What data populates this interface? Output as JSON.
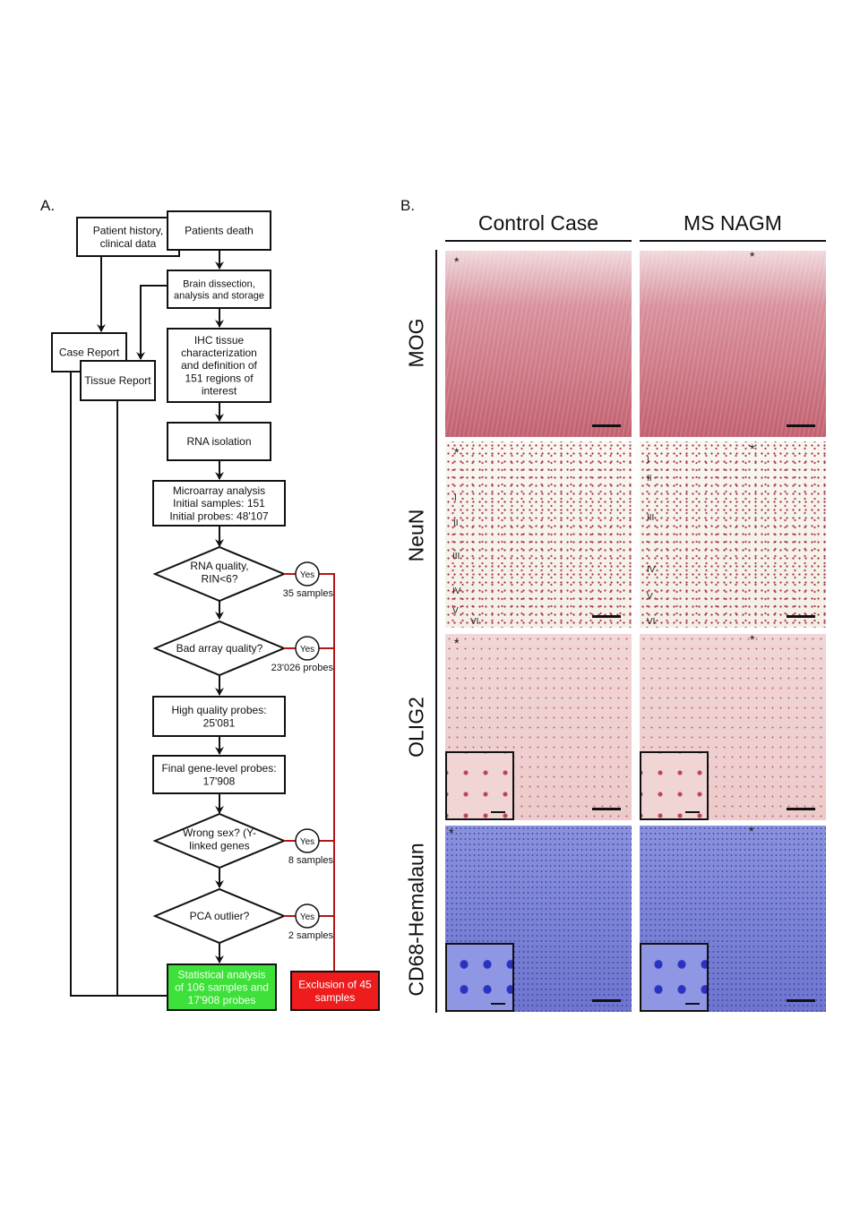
{
  "panel_a": {
    "label": "A.",
    "nodes": {
      "patient_history": [
        "Patient history,",
        "clinical data"
      ],
      "patients_death": [
        "Patients death"
      ],
      "brain_dissection": [
        "Brain dissection,",
        "analysis and storage"
      ],
      "case_report": [
        "Case Report"
      ],
      "tissue_report": [
        "Tissue Report"
      ],
      "ihc": [
        "IHC tissue",
        "characterization",
        "and definition of",
        "151 regions of",
        "interest"
      ],
      "rna_isolation": [
        "RNA isolation"
      ],
      "microarray": [
        "Microarray analysis",
        "Initial samples: 151",
        "Initial probes: 48'107"
      ],
      "high_quality": [
        "High quality probes:",
        "25'081"
      ],
      "final_gene": [
        "Final gene-level probes:",
        "17'908"
      ],
      "statistical": [
        "Statistical analysis",
        "of 106 samples and",
        "17'908 probes"
      ],
      "exclusion": [
        "Exclusion of 45",
        "samples"
      ]
    },
    "decisions": [
      {
        "question": [
          "RNA quality,",
          "RIN<6?"
        ],
        "answer": "Yes",
        "count": "35 samples"
      },
      {
        "question": [
          "Bad array quality?"
        ],
        "answer": "Yes",
        "count": "23'026 probes"
      },
      {
        "question": [
          "Wrong sex? (Y-",
          "linked genes"
        ],
        "answer": "Yes",
        "count": "8 samples"
      },
      {
        "question": [
          "PCA outlier?"
        ],
        "answer": "Yes",
        "count": "2 samples"
      }
    ],
    "colors": {
      "green": "#3ee03a",
      "red": "#ee1c1c",
      "exclusion_line": "#b01818"
    }
  },
  "panel_b": {
    "label": "B.",
    "columns": [
      "Control Case",
      "MS NAGM"
    ],
    "rows": [
      "MOG",
      "NeuN",
      "OLIG2",
      "CD68-Hemalaun"
    ],
    "star": "*",
    "neun_layers_control": [
      "I",
      "II",
      "III",
      "IV",
      "V",
      "VI"
    ],
    "neun_layers_ms": [
      "I",
      "II",
      "III",
      "IV",
      "V",
      "VI"
    ]
  }
}
